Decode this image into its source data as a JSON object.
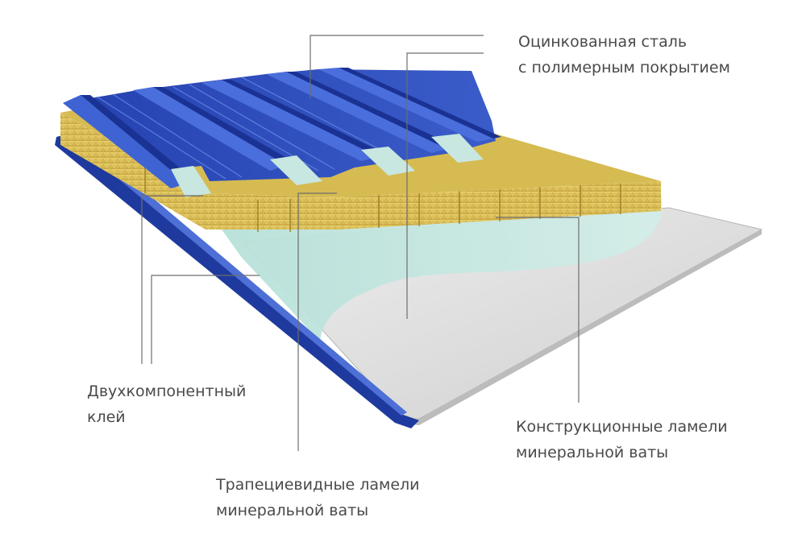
{
  "colors": {
    "steel_blue": "#2a48b8",
    "steel_blue_dark": "#162c82",
    "steel_blue_light": "#4b6fd8",
    "mineral_wool": "#d9bf55",
    "mineral_wool_dark": "#b99a38",
    "adhesive": "#c4e6df",
    "bottom_sheet": "#dcdcdc",
    "leader_line": "#6e6e6e",
    "label_text": "#4a4a4a"
  },
  "labels": {
    "steel": {
      "line1": "Оцинкованная сталь",
      "line2": "с полимерным покрытием"
    },
    "glue": {
      "line1": "Двухкомпонентный",
      "line2": "клей"
    },
    "trapezoid": {
      "line1": "Трапециевидные ламели",
      "line2": "минеральной ваты"
    },
    "structural": {
      "line1": "Конструкционные ламели",
      "line2": "минеральной ваты"
    }
  }
}
